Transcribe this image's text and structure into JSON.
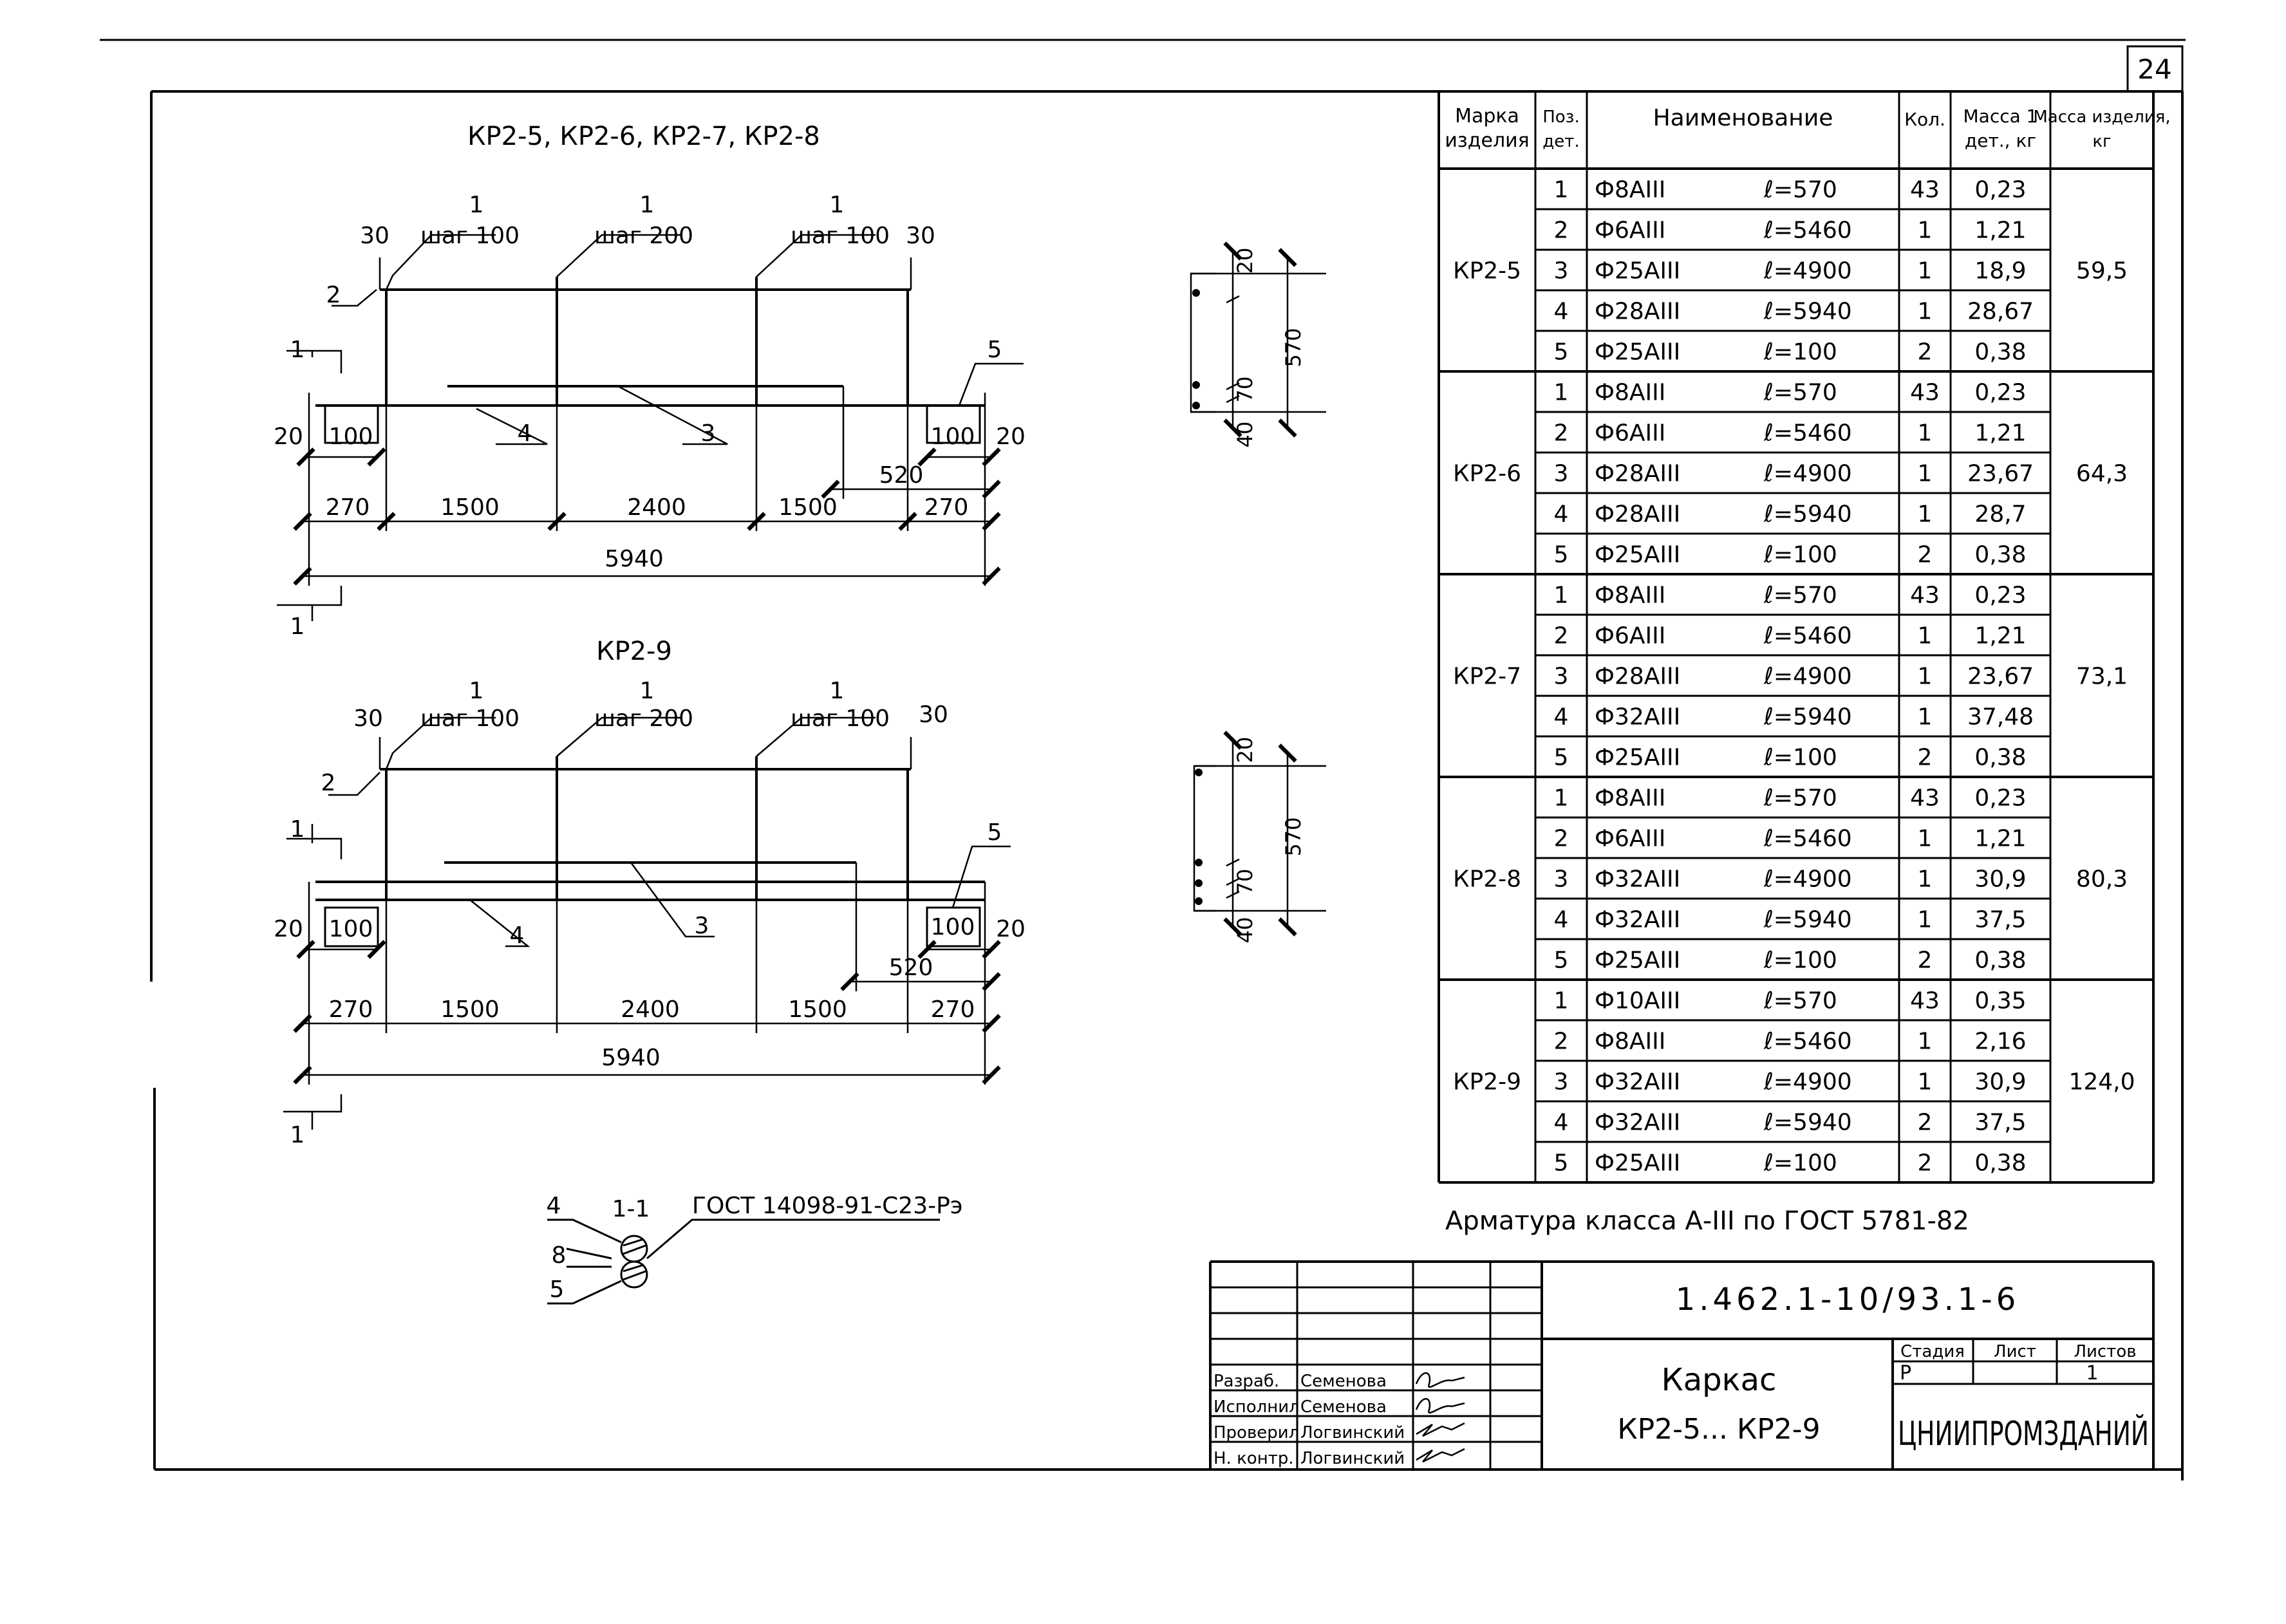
{
  "sheet_number": "24",
  "drawings": {
    "top_title": "КР2-5, КР2-6, КР2-7, КР2-8",
    "bottom_title": "КР2-9",
    "step_labels": [
      "шаг 100",
      "шаг 200",
      "шаг 100"
    ],
    "pos_markers": [
      "1",
      "1",
      "1"
    ],
    "pos_labels": {
      "p2": "2",
      "p3": "3",
      "p4": "4",
      "p5": "5"
    },
    "section_mark": "1",
    "dims": {
      "d30": "30",
      "d20": "20",
      "d100": "100",
      "d520": "520",
      "d270": "270",
      "d1500": "1500",
      "d2400": "2400",
      "d5940": "5940"
    },
    "section_dims": {
      "d20": "20",
      "d570": "570",
      "d70": "70",
      "d40": "40"
    },
    "section_detail": {
      "title": "1-1",
      "standard": "ГОСТ 14098-91-С23-Рэ",
      "pos_top": "4",
      "pos_bottom": "5",
      "dim": "8"
    }
  },
  "spec_table": {
    "headers": {
      "mark": "Марка изделия",
      "pos": "Поз. дет.",
      "name": "Наименование",
      "qty": "Кол.",
      "mass_part": "Масса 1 дет., кг",
      "mass_item": "Масса изделия, кг"
    },
    "groups": [
      {
        "mark": "КР2-5",
        "mass": "59,5",
        "rows": [
          {
            "pos": "1",
            "bar": "Ф8АIII",
            "len": "ℓ=570",
            "qty": "43",
            "mass": "0,23"
          },
          {
            "pos": "2",
            "bar": "Ф6АIII",
            "len": "ℓ=5460",
            "qty": "1",
            "mass": "1,21"
          },
          {
            "pos": "3",
            "bar": "Ф25АIII",
            "len": "ℓ=4900",
            "qty": "1",
            "mass": "18,9"
          },
          {
            "pos": "4",
            "bar": "Ф28АIII",
            "len": "ℓ=5940",
            "qty": "1",
            "mass": "28,67"
          },
          {
            "pos": "5",
            "bar": "Ф25АIII",
            "len": "ℓ=100",
            "qty": "2",
            "mass": "0,38"
          }
        ]
      },
      {
        "mark": "КР2-6",
        "mass": "64,3",
        "rows": [
          {
            "pos": "1",
            "bar": "Ф8АIII",
            "len": "ℓ=570",
            "qty": "43",
            "mass": "0,23"
          },
          {
            "pos": "2",
            "bar": "Ф6АIII",
            "len": "ℓ=5460",
            "qty": "1",
            "mass": "1,21"
          },
          {
            "pos": "3",
            "bar": "Ф28АIII",
            "len": "ℓ=4900",
            "qty": "1",
            "mass": "23,67"
          },
          {
            "pos": "4",
            "bar": "Ф28АIII",
            "len": "ℓ=5940",
            "qty": "1",
            "mass": "28,7"
          },
          {
            "pos": "5",
            "bar": "Ф25АIII",
            "len": "ℓ=100",
            "qty": "2",
            "mass": "0,38"
          }
        ]
      },
      {
        "mark": "КР2-7",
        "mass": "73,1",
        "rows": [
          {
            "pos": "1",
            "bar": "Ф8АIII",
            "len": "ℓ=570",
            "qty": "43",
            "mass": "0,23"
          },
          {
            "pos": "2",
            "bar": "Ф6АIII",
            "len": "ℓ=5460",
            "qty": "1",
            "mass": "1,21"
          },
          {
            "pos": "3",
            "bar": "Ф28АIII",
            "len": "ℓ=4900",
            "qty": "1",
            "mass": "23,67"
          },
          {
            "pos": "4",
            "bar": "Ф32АIII",
            "len": "ℓ=5940",
            "qty": "1",
            "mass": "37,48"
          },
          {
            "pos": "5",
            "bar": "Ф25АIII",
            "len": "ℓ=100",
            "qty": "2",
            "mass": "0,38"
          }
        ]
      },
      {
        "mark": "КР2-8",
        "mass": "80,3",
        "rows": [
          {
            "pos": "1",
            "bar": "Ф8АIII",
            "len": "ℓ=570",
            "qty": "43",
            "mass": "0,23"
          },
          {
            "pos": "2",
            "bar": "Ф6АIII",
            "len": "ℓ=5460",
            "qty": "1",
            "mass": "1,21"
          },
          {
            "pos": "3",
            "bar": "Ф32АIII",
            "len": "ℓ=4900",
            "qty": "1",
            "mass": "30,9"
          },
          {
            "pos": "4",
            "bar": "Ф32АIII",
            "len": "ℓ=5940",
            "qty": "1",
            "mass": "37,5"
          },
          {
            "pos": "5",
            "bar": "Ф25АIII",
            "len": "ℓ=100",
            "qty": "2",
            "mass": "0,38"
          }
        ]
      },
      {
        "mark": "КР2-9",
        "mass": "124,0",
        "rows": [
          {
            "pos": "1",
            "bar": "Ф10АIII",
            "len": "ℓ=570",
            "qty": "43",
            "mass": "0,35"
          },
          {
            "pos": "2",
            "bar": "Ф8АIII",
            "len": "ℓ=5460",
            "qty": "1",
            "mass": "2,16"
          },
          {
            "pos": "3",
            "bar": "Ф32АIII",
            "len": "ℓ=4900",
            "qty": "1",
            "mass": "30,9"
          },
          {
            "pos": "4",
            "bar": "Ф32АIII",
            "len": "ℓ=5940",
            "qty": "2",
            "mass": "37,5"
          },
          {
            "pos": "5",
            "bar": "Ф25АIII",
            "len": "ℓ=100",
            "qty": "2",
            "mass": "0,38"
          }
        ]
      }
    ],
    "note": "Арматура класса А-III по ГОСТ 5781-82"
  },
  "title_block": {
    "doc_code": "1.462.1-10/93.1-6",
    "title_line1": "Каркас",
    "title_line2": "КР2-5... КР2-9",
    "labels": {
      "stage": "Стадия",
      "sheet": "Лист",
      "sheets": "Листов"
    },
    "values": {
      "stage": "Р",
      "sheets": "1"
    },
    "org": "ЦНИИПРОМЗДАНИЙ",
    "signatures": [
      {
        "role": "Разраб.",
        "name": "Семенова"
      },
      {
        "role": "Исполнил",
        "name": "Семенова"
      },
      {
        "role": "Проверил",
        "name": "Логвинский"
      },
      {
        "role": "Н. контр.",
        "name": "Логвинский"
      }
    ]
  }
}
